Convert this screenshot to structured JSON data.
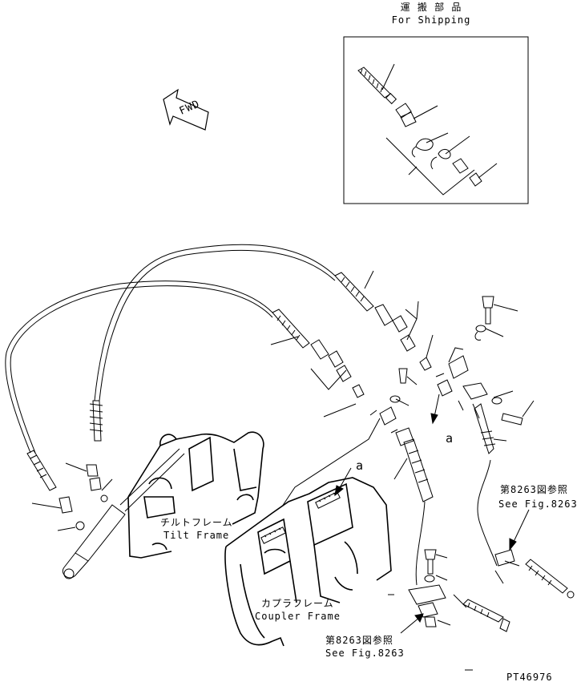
{
  "shipping": {
    "title_jp": "運 搬 部 品",
    "title_en": "For Shipping"
  },
  "fwd_arrow": {
    "label": "FWD"
  },
  "labels": {
    "tilt_frame_jp": "チルトフレーム",
    "tilt_frame_en": "Tilt Frame",
    "coupler_frame_jp": "カプラフレーム",
    "coupler_frame_en": "Coupler Frame",
    "ref_right_jp": "第8263図参照",
    "ref_right_en": "See Fig.8263",
    "ref_bottom_jp": "第8263図参照",
    "ref_bottom_en": "See Fig.8263",
    "detail_a_1": "a",
    "detail_a_2": "a"
  },
  "drawing_id": "PT46976"
}
